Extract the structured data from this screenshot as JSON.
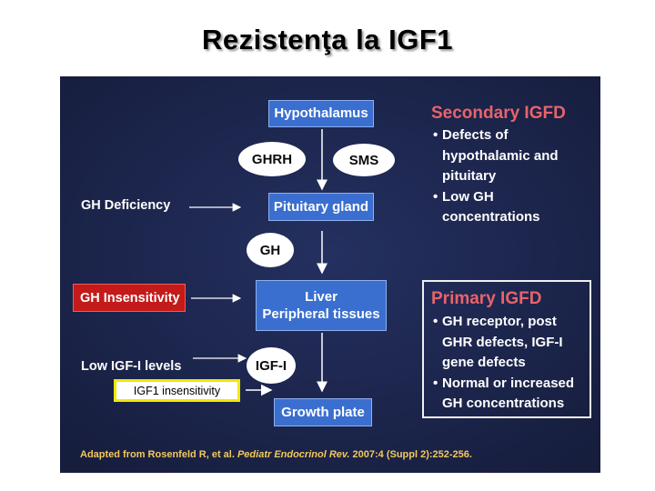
{
  "title": "Rezistenţa la IGF1",
  "colors": {
    "panel_bg": "#1a2347",
    "box_blue": "#3a6fd0",
    "alert_red": "#c41a1a",
    "heading_pink": "#e8636b",
    "citation_gold": "#f2c95a",
    "highlight_yellow": "#f2e800"
  },
  "diagram": {
    "boxes": {
      "hypothalamus": "Hypothalamus",
      "pituitary": "Pituitary gland",
      "liver": "Liver",
      "peripheral": "Peripheral tissues",
      "growth_plate": "Growth plate"
    },
    "ovals": {
      "ghrh": "GHRH",
      "sms": "SMS",
      "gh": "GH",
      "igf": "IGF-I"
    },
    "left_labels": {
      "gh_deficiency": "GH Deficiency",
      "gh_insensitivity": "GH Insensitivity",
      "low_igf": "Low IGF-I levels"
    },
    "secondary": {
      "heading": "Secondary IGFD",
      "bullets": [
        "Defects of hypothalamic and pituitary",
        "Low GH concentrations"
      ]
    },
    "primary": {
      "heading": "Primary IGFD",
      "bullets": [
        "GH receptor, post GHR defects, IGF-I gene defects",
        "Normal or increased GH concentrations"
      ]
    },
    "citation": {
      "prefix": "Adapted from Rosenfeld R, et al. ",
      "journal": "Pediatr Endocrinol Rev.",
      "suffix": " 2007:4 (Suppl 2):252-256."
    }
  },
  "annotation": {
    "label": "IGF1 insensitivity"
  }
}
